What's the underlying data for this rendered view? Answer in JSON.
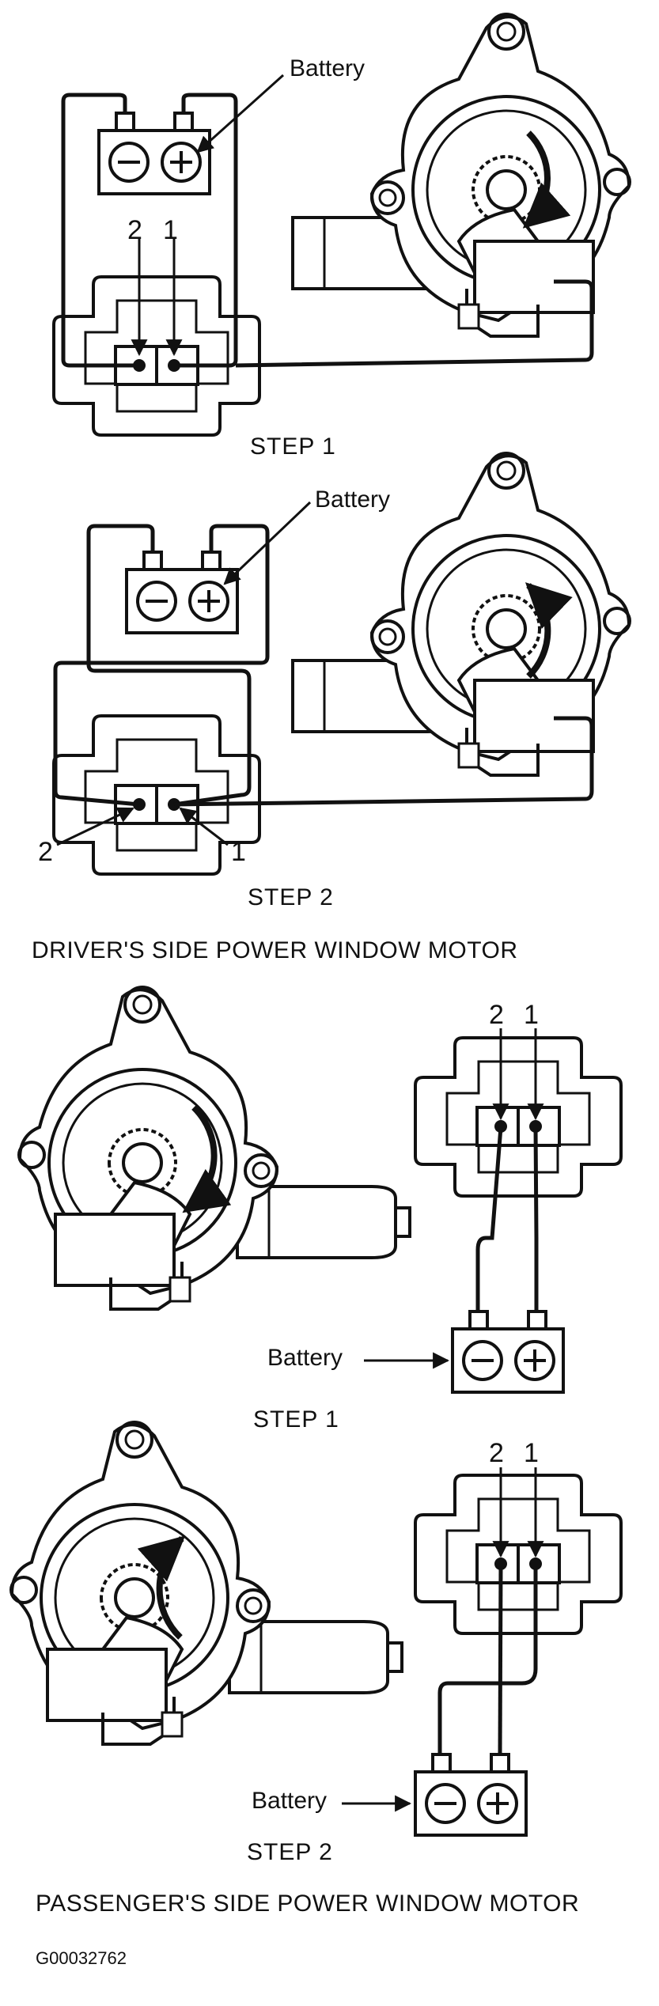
{
  "labels": {
    "battery": "Battery",
    "step1": "STEP 1",
    "step2": "STEP 2",
    "pin1": "1",
    "pin2": "2",
    "minus": "−",
    "plus": "+"
  },
  "sections": {
    "driver_title": "DRIVER'S SIDE POWER WINDOW MOTOR",
    "passenger_title": "PASSENGER'S SIDE POWER WINDOW MOTOR"
  },
  "figure_id": "G00032762",
  "colors": {
    "ink": "#111111",
    "paper": "#ffffff"
  }
}
